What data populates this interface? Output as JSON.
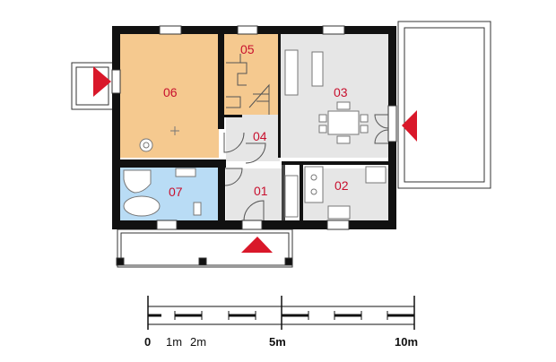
{
  "colors": {
    "wall": "#111111",
    "room_label": "#c8102e",
    "arrow": "#d9182a",
    "bedroom_fill": "#f5c98f",
    "bathroom_fill": "#b9dcf5",
    "living_fill": "#e6e6e6"
  },
  "rooms": {
    "r01": "01",
    "r02": "02",
    "r03": "03",
    "r04": "04",
    "r05": "05",
    "r06": "06",
    "r07": "07"
  },
  "scale": {
    "zero": "0",
    "one": "1m",
    "two": "2m",
    "five": "5m",
    "ten": "10m"
  },
  "icons": [
    "entrance-arrow-icon",
    "terrace-arrow-icon",
    "window-arrow-icon"
  ]
}
